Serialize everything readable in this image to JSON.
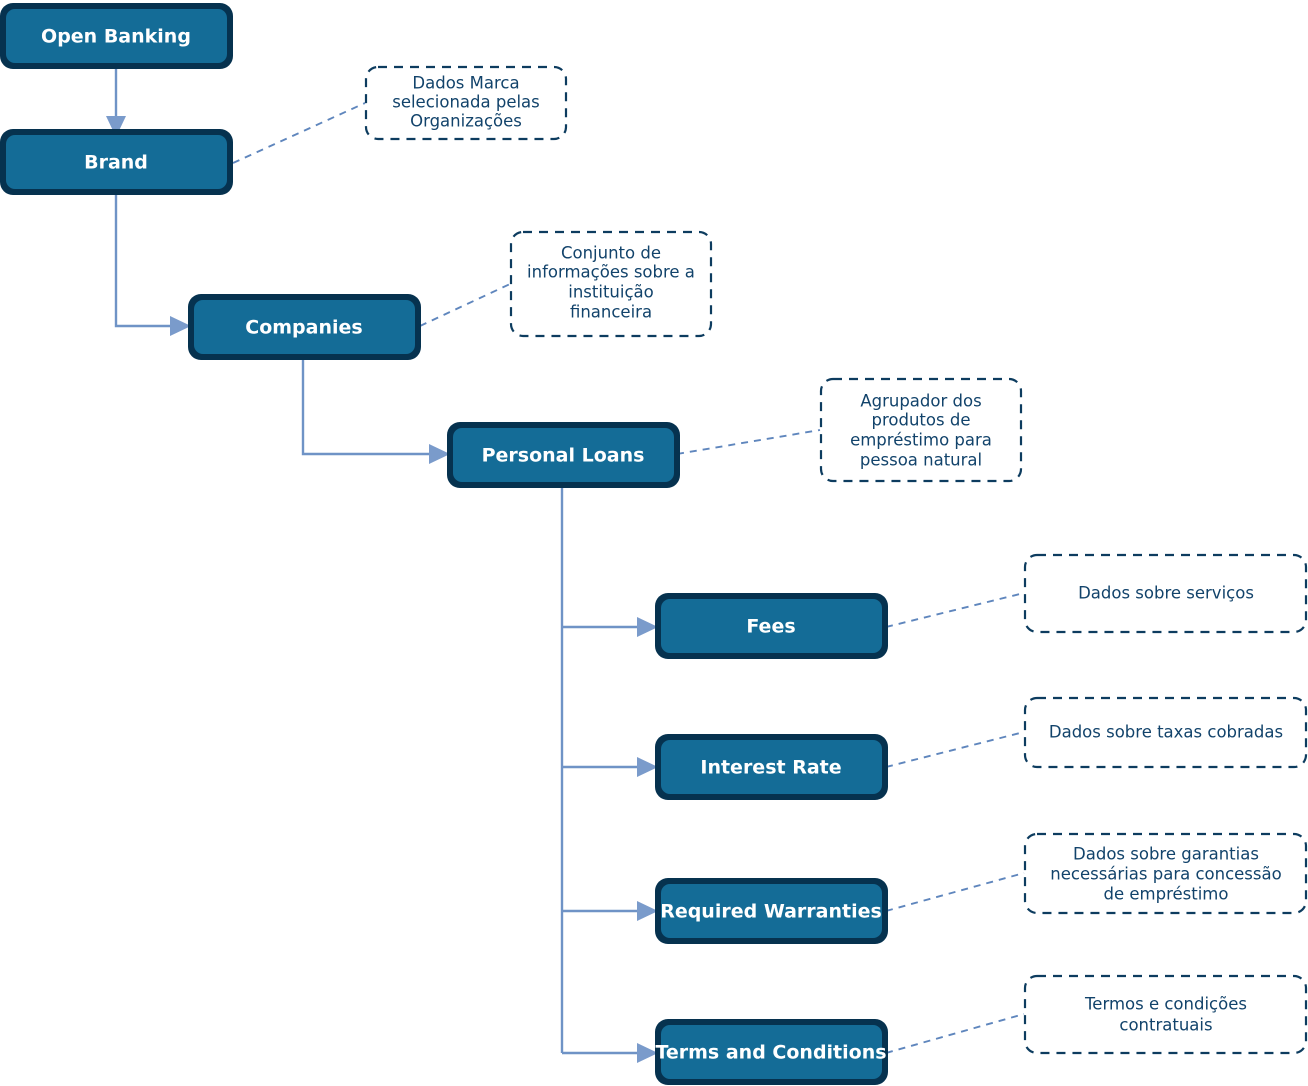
{
  "diagram": {
    "title": "Open Banking Personal Loans data hierarchy",
    "colors": {
      "node_fill": "#146c97",
      "node_border": "#06324f",
      "note_border": "#0d3c5f",
      "note_text": "#12436b",
      "connector": "#6f93c6",
      "leader": "#5f86bd",
      "node_label": "#ffffff",
      "background": "#ffffff"
    },
    "nodes": [
      {
        "id": "open-banking",
        "label": "Open Banking"
      },
      {
        "id": "brand",
        "label": "Brand"
      },
      {
        "id": "companies",
        "label": "Companies"
      },
      {
        "id": "personal-loans",
        "label": "Personal Loans"
      },
      {
        "id": "fees",
        "label": "Fees"
      },
      {
        "id": "interest-rate",
        "label": "Interest Rate"
      },
      {
        "id": "required-warranties",
        "label": "Required Warranties"
      },
      {
        "id": "terms-and-conditions",
        "label": "Terms and Conditions"
      }
    ],
    "notes": [
      {
        "id": "note-brand",
        "for": "brand",
        "lines": [
          "Dados Marca",
          "selecionada pelas",
          "Organizações"
        ]
      },
      {
        "id": "note-companies",
        "for": "companies",
        "lines": [
          "Conjunto de",
          "informações sobre a",
          "instituição",
          "financeira"
        ]
      },
      {
        "id": "note-personal-loans",
        "for": "personal-loans",
        "lines": [
          "Agrupador dos",
          "produtos de",
          "empréstimo para",
          "pessoa natural"
        ]
      },
      {
        "id": "note-fees",
        "for": "fees",
        "lines": [
          "Dados sobre serviços"
        ]
      },
      {
        "id": "note-interest-rate",
        "for": "interest-rate",
        "lines": [
          "Dados sobre taxas cobradas"
        ]
      },
      {
        "id": "note-required-warranties",
        "for": "required-warranties",
        "lines": [
          "Dados sobre garantias",
          "necessárias para concessão",
          "de empréstimo"
        ]
      },
      {
        "id": "note-terms-and-conditions",
        "for": "terms-and-conditions",
        "lines": [
          "Termos e condições",
          "contratuais"
        ]
      }
    ],
    "edges": [
      {
        "from": "open-banking",
        "to": "brand"
      },
      {
        "from": "brand",
        "to": "companies"
      },
      {
        "from": "companies",
        "to": "personal-loans"
      },
      {
        "from": "personal-loans",
        "to": "fees"
      },
      {
        "from": "personal-loans",
        "to": "interest-rate"
      },
      {
        "from": "personal-loans",
        "to": "required-warranties"
      },
      {
        "from": "personal-loans",
        "to": "terms-and-conditions"
      }
    ]
  }
}
